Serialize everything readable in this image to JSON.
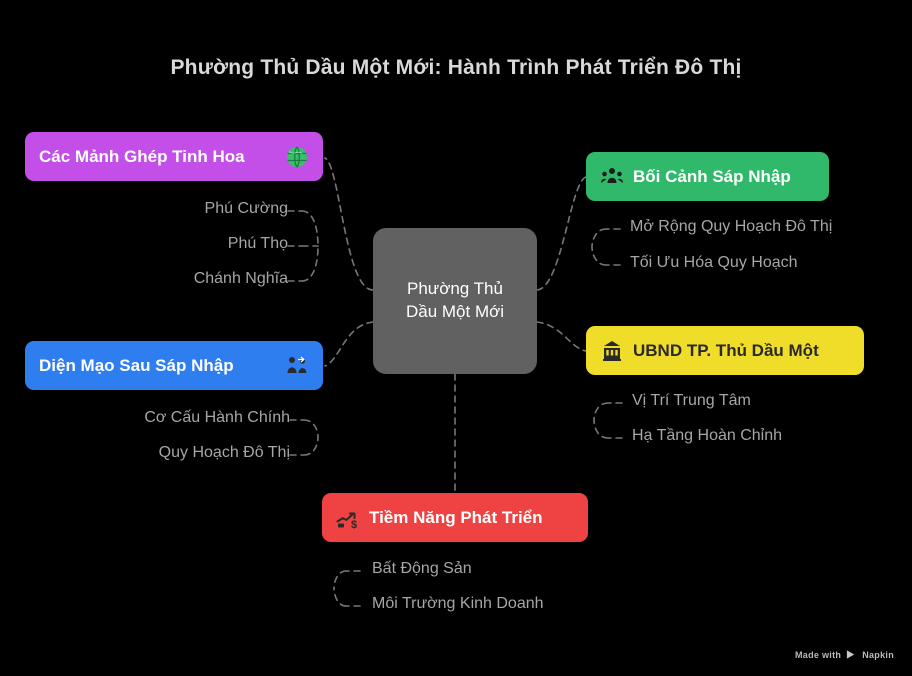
{
  "title": "Phường Thủ Dầu Một Mới: Hành Trình Phát Triển Đô Thị",
  "center": {
    "label": "Phường Thủ\nDầu Một Mới",
    "color": "#616161"
  },
  "branches": [
    {
      "id": "manh-ghep",
      "label": "Các Mảnh Ghép Tinh Hoa",
      "color": "#c34ee8",
      "icon": "globe-icon",
      "icon_side": "right",
      "leaves": [
        "Phú Cường",
        "Phú Thọ",
        "Chánh Nghĩa"
      ]
    },
    {
      "id": "dien-mao",
      "label": "Diện Mạo Sau Sáp Nhập",
      "color": "#2f7ef0",
      "icon": "people-arrow-icon",
      "icon_side": "right",
      "leaves": [
        "Cơ Cấu Hành Chính",
        "Quy Hoạch Đô Thị"
      ]
    },
    {
      "id": "boi-canh",
      "label": "Bối Cảnh Sáp Nhập",
      "color": "#30b96a",
      "icon": "people-group-icon",
      "icon_side": "left",
      "leaves": [
        "Mở Rộng Quy Hoạch Đô Thị",
        "Tối Ưu Hóa Quy Hoạch"
      ]
    },
    {
      "id": "ubnd",
      "label": "UBND TP. Thủ Dầu Một",
      "color": "#f0dd2a",
      "icon": "government-building-icon",
      "icon_side": "left",
      "leaves": [
        "Vị Trí Trung Tâm",
        "Hạ Tầng Hoàn Chỉnh"
      ]
    },
    {
      "id": "tiem-nang",
      "label": "Tiềm Năng Phát Triển",
      "color": "#ef4343",
      "icon": "money-growth-icon",
      "icon_side": "left",
      "leaves": [
        "Bất Động Sản",
        "Môi Trường Kinh Doanh"
      ]
    }
  ],
  "watermark": {
    "prefix": "Made with",
    "brand": "Napkin"
  }
}
